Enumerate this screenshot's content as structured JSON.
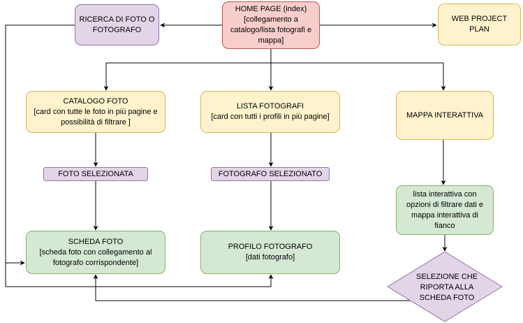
{
  "nodes": {
    "home": "HOME PAGE (index)\n[collegamento a\ncatalogo/lista fotografi e\nmappa]",
    "ricerca": "RICERCA DI FOTO O\nFOTOGRAFO",
    "web_project": "WEB PROJECT\nPLAN",
    "catalogo": "CATALOGO FOTO\n[card con tutte le foto in più pagine e\npossibilità di filtrare ]",
    "lista": "LISTA FOTOGRAFI\n[card con tutti i profili in più pagine]",
    "mappa": "MAPPA INTERATTIVA",
    "foto_selezionata": "FOTO SELEZIONATA",
    "fotografo_selezionato": "FOTOGRAFO SELEZIONATO",
    "lista_interattiva": "lista interattiva con\nopzioni di filtrare dati e\nmappa interattiva di\nfianco",
    "scheda_foto": "SCHEDA FOTO\n[scheda foto con collegamento al\nfotografo corrispondente]",
    "profilo": "PROFILO FOTOGRAFO\n[dati fotografo]",
    "selezione": "SELEZIONE CHE\nRIPORTA ALLA\nSCHEDA FOTO"
  },
  "colors": {
    "yellow_fill": "#fff2cc",
    "red_fill": "#f8cecc",
    "purple_fill": "#e1d5e7",
    "green_fill": "#d5e8d4",
    "edge": "#000000"
  }
}
